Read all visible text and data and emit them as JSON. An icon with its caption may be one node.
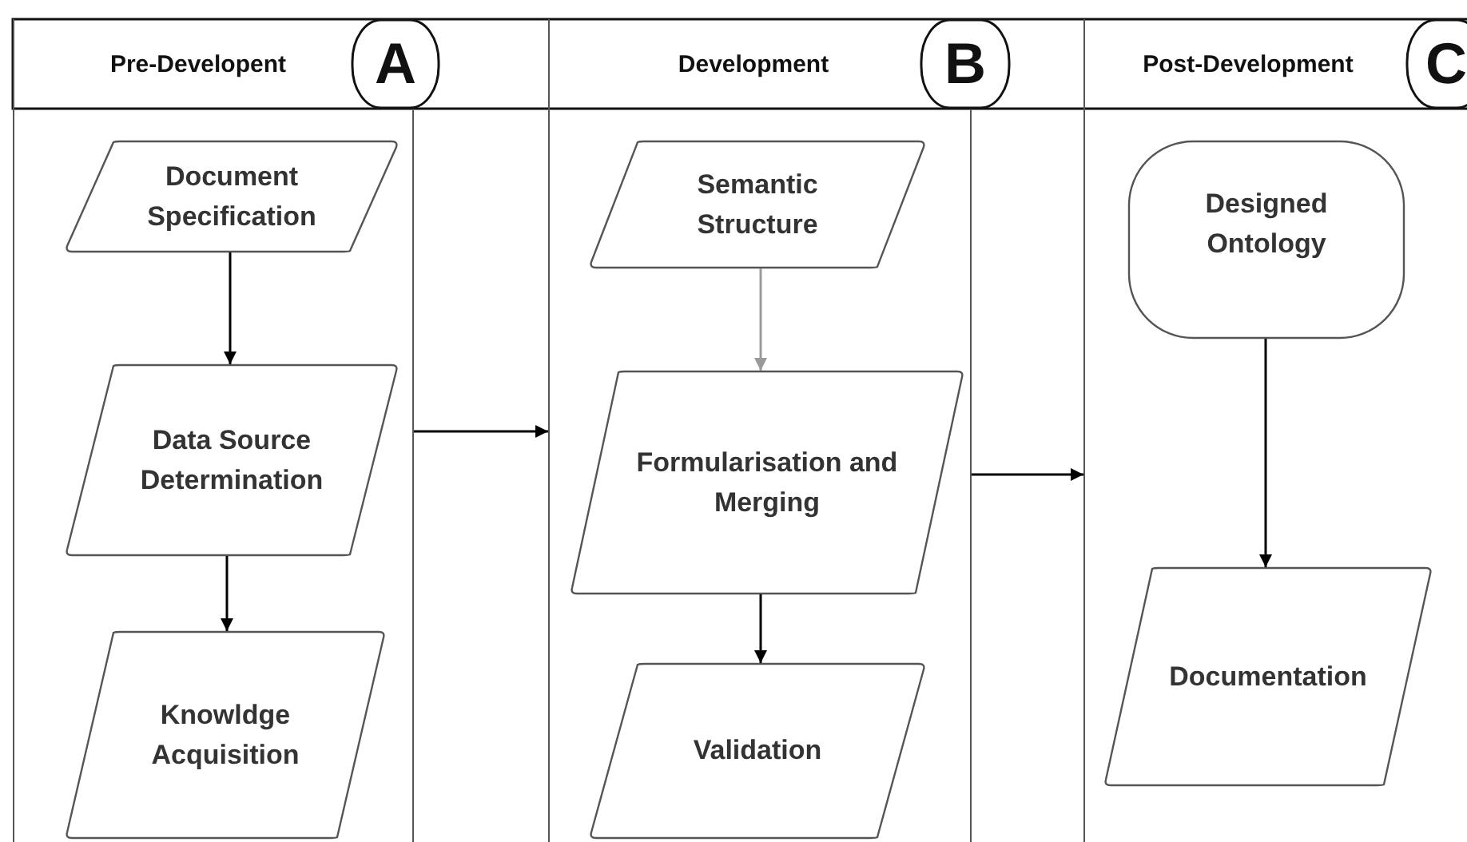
{
  "diagram": {
    "nodes": [
      {
        "text": [
          "Pre-Developent"
        ]
      },
      {
        "text": [
          "A"
        ]
      },
      {
        "text": [
          "Document Specification"
        ],
        "in": 0
      },
      {
        "text": [
          "Data Source Determination"
        ],
        "in": 0
      },
      {
        "text": [
          "Knowldge Acquisition"
        ],
        "in": 0
      },
      {
        "text": [
          "Development"
        ]
      },
      {
        "text": [
          "B"
        ]
      },
      {
        "text": [
          "Semantic Structure"
        ],
        "in": 5
      },
      {
        "text": [
          "Formularisation and Merging"
        ],
        "in": 5
      },
      {
        "text": [
          "Validation"
        ],
        "in": 5
      },
      {
        "text": [
          "Post-Development"
        ]
      },
      {
        "text": [
          "C"
        ]
      },
      {
        "text": [
          "Designed Ontology"
        ],
        "in": 10
      },
      {
        "text": [
          "Documentation"
        ],
        "in": 10
      }
    ],
    "edges": [
      {
        "from": 2,
        "to": 3,
        "arrow": "to"
      },
      {
        "from": 3,
        "to": 4,
        "arrow": "to"
      },
      {
        "from": 0,
        "to": 5,
        "arrow": "to"
      },
      {
        "from": 7,
        "to": 8,
        "arrow": "to",
        "color": "#9a9a9a"
      },
      {
        "from": 8,
        "to": 9,
        "arrow": "to"
      },
      {
        "from": 5,
        "to": 10,
        "arrow": "to"
      },
      {
        "from": 12,
        "to": 13,
        "arrow": "to"
      }
    ]
  }
}
